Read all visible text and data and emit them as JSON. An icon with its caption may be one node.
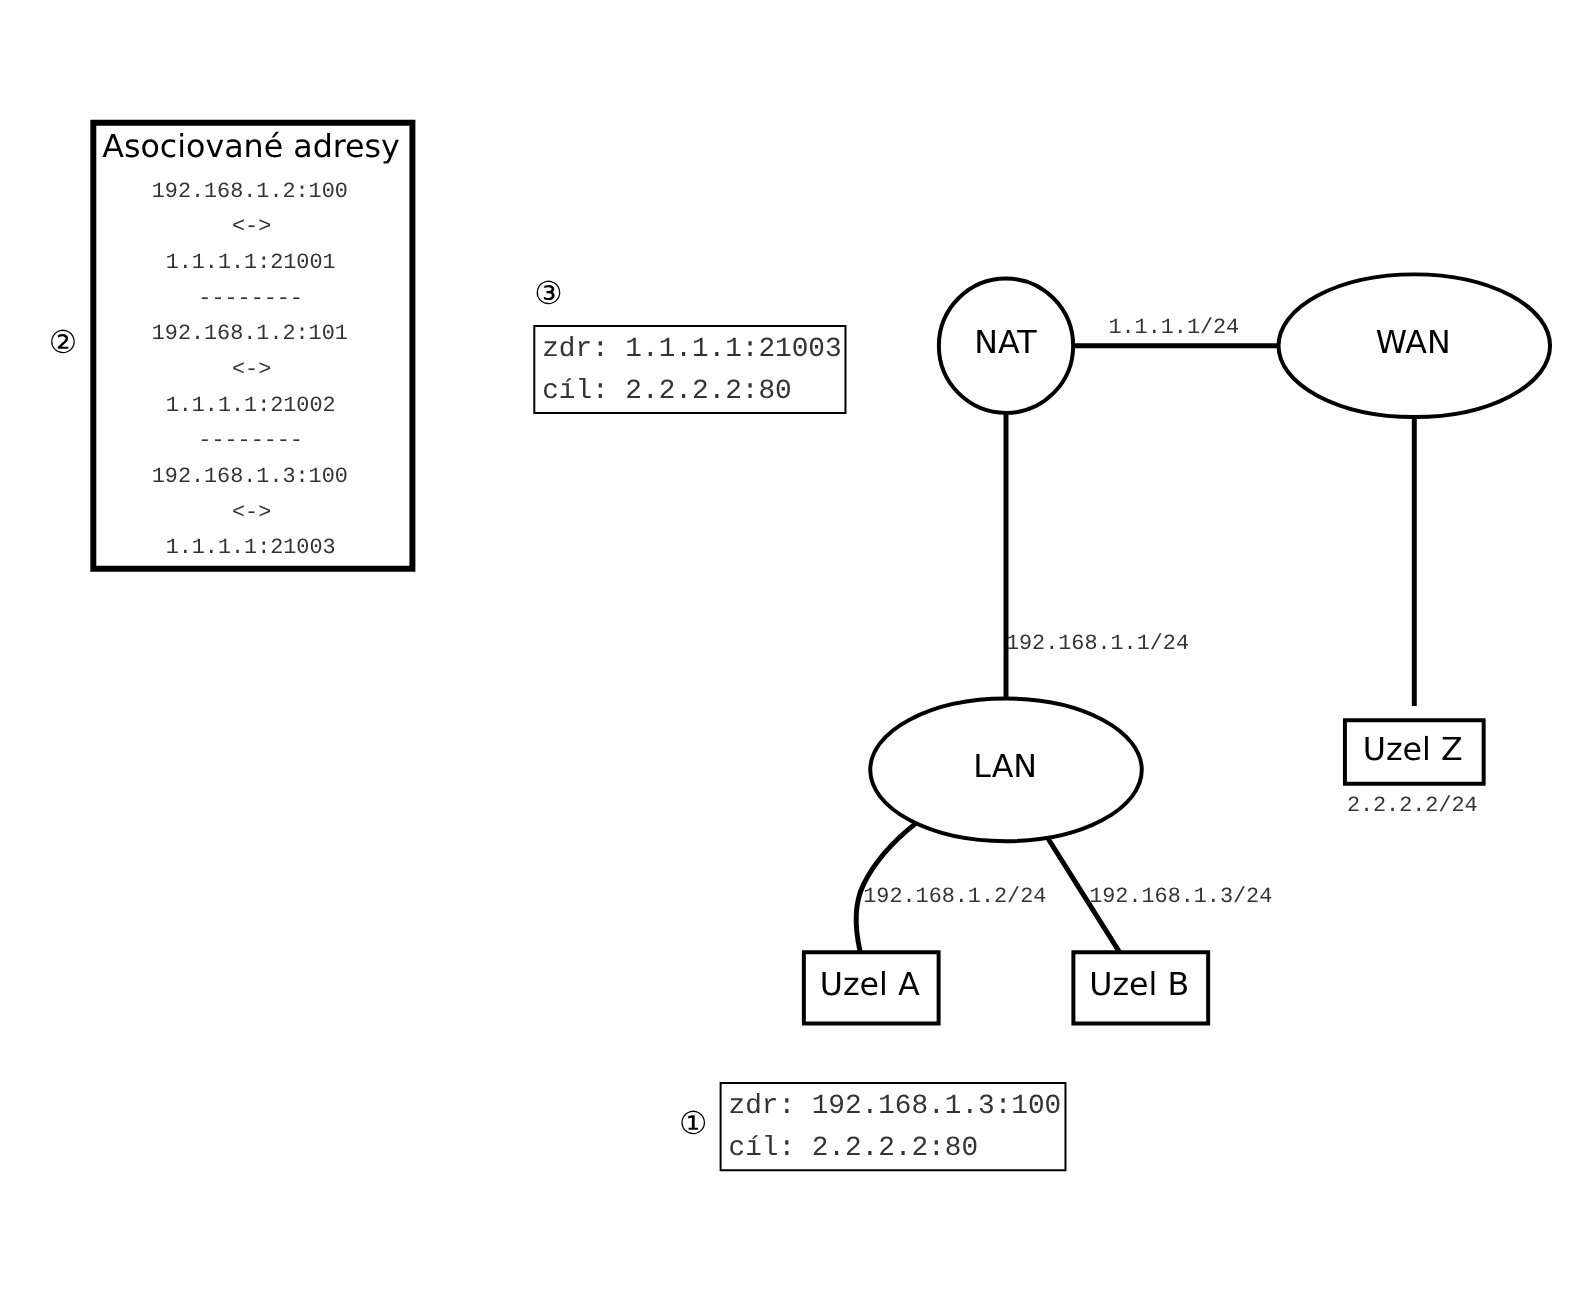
{
  "diagram": {
    "nodes": [
      {
        "text": [
          "Asociované adresy",
          "192.168.1.2:100",
          "<->",
          "1.1.1.1:21001",
          "--------",
          "192.168.1.2:101",
          "<->",
          "1.1.1.1:21002",
          "--------",
          "192.168.1.3:100",
          "<->",
          "1.1.1.1:21003"
        ],
        "beside": [
          "②"
        ]
      },
      {
        "text": [
          "zdr: 1.1.1.1:21003",
          "cíl: 2.2.2.2:80"
        ],
        "beside": [
          "③"
        ]
      },
      {
        "text": [
          "NAT"
        ]
      },
      {
        "text": [
          "WAN"
        ]
      },
      {
        "text": [
          "LAN"
        ]
      },
      {
        "text": [
          "Uzel Z"
        ],
        "beside": [
          "2.2.2.2/24"
        ]
      },
      {
        "text": [
          "Uzel A"
        ]
      },
      {
        "text": [
          "Uzel B"
        ]
      },
      {
        "text": [
          "zdr: 192.168.1.3:100",
          "cíl: 2.2.2.2:80"
        ],
        "beside": [
          "①"
        ]
      }
    ],
    "edges": [
      {
        "from": 2,
        "to": 3,
        "arrow": "none",
        "label": "1.1.1.1/24"
      },
      {
        "from": 2,
        "to": 4,
        "arrow": "none",
        "label": "192.168.1.1/24"
      },
      {
        "from": 3,
        "to": 5,
        "arrow": "none"
      },
      {
        "from": 4,
        "to": 6,
        "arrow": "none",
        "label": "192.168.1.2/24"
      },
      {
        "from": 4,
        "to": 7,
        "arrow": "none",
        "label": "192.168.1.3/24"
      }
    ]
  }
}
